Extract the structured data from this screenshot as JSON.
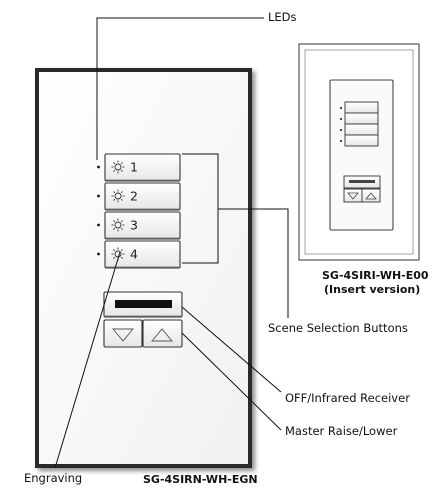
{
  "labels": {
    "leds": "LEDs",
    "scene_selection": "Scene Selection Buttons",
    "off_infrared": "OFF/Infrared Receiver",
    "master_raise_lower": "Master Raise/Lower",
    "engraving": "Engraving",
    "main_model": "SG-4SIRN-WH-EGN",
    "insert_model": "SG-4SIRI-WH-E00",
    "insert_note": "(Insert version)"
  },
  "buttons": [
    {
      "number": "1"
    },
    {
      "number": "2"
    },
    {
      "number": "3"
    },
    {
      "number": "4"
    }
  ]
}
